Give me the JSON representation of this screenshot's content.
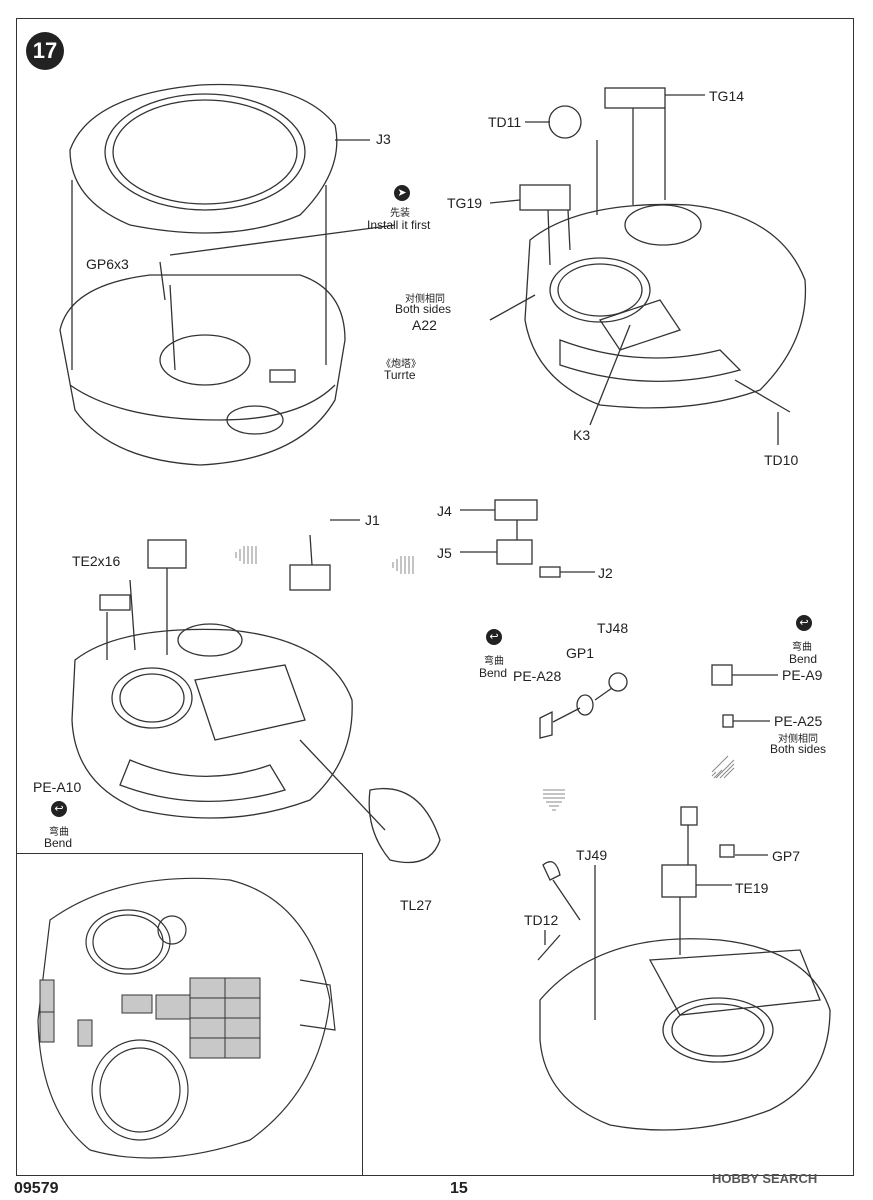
{
  "step": {
    "number": "17"
  },
  "labels": {
    "j3": "J3",
    "gp6x3": "GP6x3",
    "install_cn": "先装",
    "install_en": "Install it first",
    "turret_cn": "《炮塔》",
    "turret_en": "Turrte",
    "td11": "TD11",
    "tg14": "TG14",
    "tg19": "TG19",
    "both_sides_cn_1": "对侧相同",
    "both_sides_en_1": "Both sides",
    "a22": "A22",
    "k3": "K3",
    "td10": "TD10",
    "j1": "J1",
    "j4": "J4",
    "j5": "J5",
    "j2": "J2",
    "te2x16": "TE2x16",
    "tj48": "TJ48",
    "gp1": "GP1",
    "pe_a28": "PE-A28",
    "bend_cn_1": "弯曲",
    "bend_en_1": "Bend",
    "bend_cn_2": "弯曲",
    "bend_en_2": "Bend",
    "pe_a9": "PE-A9",
    "pe_a25": "PE-A25",
    "both_sides_cn_2": "对侧相同",
    "both_sides_en_2": "Both sides",
    "pe_a10": "PE-A10",
    "bend_cn_3": "弯曲",
    "bend_en_3": "Bend",
    "tl27": "TL27",
    "gp7": "GP7",
    "tj49": "TJ49",
    "te19": "TE19",
    "td12": "TD12"
  },
  "footer": {
    "code": "09579",
    "page": "15",
    "watermark": "HOBBY SEARCH"
  },
  "icons": [
    "install-first-icon",
    "bend-icon",
    "arrow-left-icon",
    "arrow-down-icon",
    "arrow-diagonal-icon"
  ]
}
